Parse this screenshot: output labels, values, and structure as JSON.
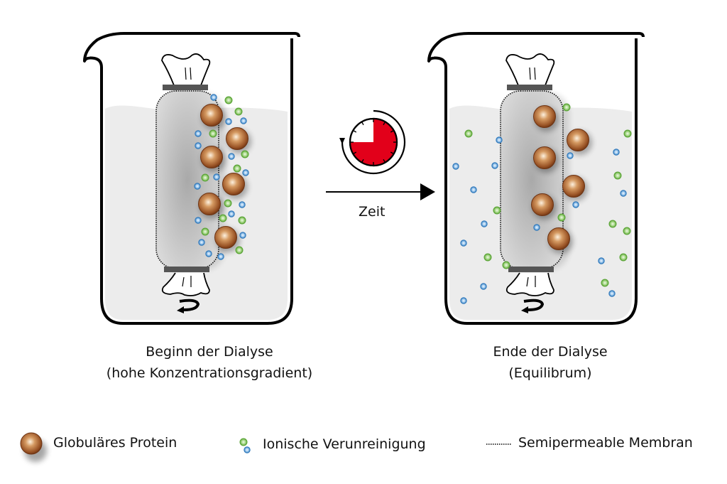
{
  "left_beaker": {
    "caption_line1": "Beginn der Dialyse",
    "caption_line2": "(hohe Konzentrationsgradient)",
    "state": "start"
  },
  "right_beaker": {
    "caption_line1": "Ende der Dialyse",
    "caption_line2": "(Equilibrum)",
    "state": "end"
  },
  "transition": {
    "label": "Zeit",
    "timer_elapsed_fraction": 0.75,
    "timer_color": "#e2001a"
  },
  "legend": {
    "protein_label": "Globuläres Protein",
    "ion_label": "Ionische Verunreinigung",
    "membrane_label": "Semipermeable Membran"
  },
  "colors": {
    "protein": "#8b4a1f",
    "ion_green": "#6db33f",
    "ion_blue": "#3b86c6",
    "liquid": "#ececec",
    "bag": "#c4c4c4",
    "clip": "#555555"
  }
}
